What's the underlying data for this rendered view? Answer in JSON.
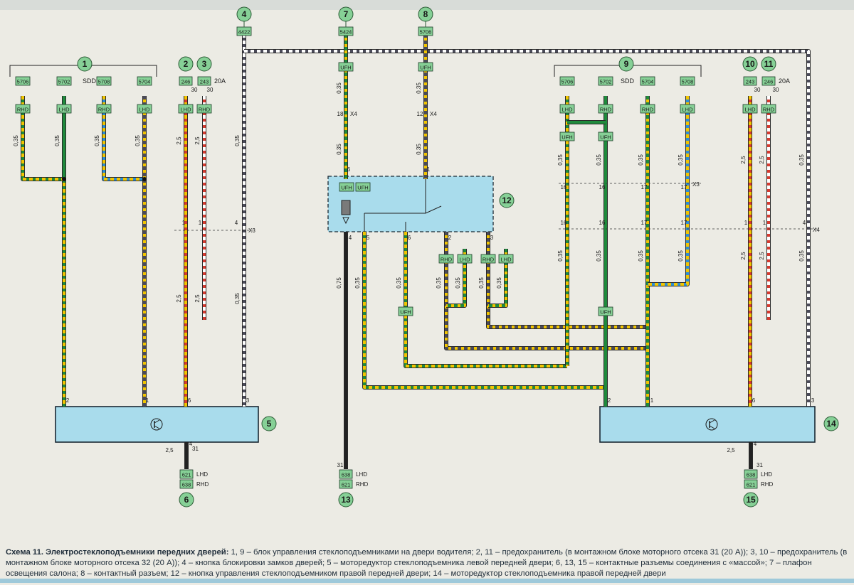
{
  "diagram": {
    "callouts": [
      {
        "id": "c1",
        "label": "1"
      },
      {
        "id": "c2",
        "label": "2"
      },
      {
        "id": "c3",
        "label": "3"
      },
      {
        "id": "c4",
        "label": "4"
      },
      {
        "id": "c5",
        "label": "5"
      },
      {
        "id": "c6",
        "label": "6"
      },
      {
        "id": "c7",
        "label": "7"
      },
      {
        "id": "c8",
        "label": "8"
      },
      {
        "id": "c9",
        "label": "9"
      },
      {
        "id": "c10",
        "label": "10"
      },
      {
        "id": "c11",
        "label": "11"
      },
      {
        "id": "c12",
        "label": "12"
      },
      {
        "id": "c13",
        "label": "13"
      },
      {
        "id": "c14",
        "label": "14"
      },
      {
        "id": "c15",
        "label": "15"
      }
    ],
    "codes": {
      "a1": "5706",
      "a2": "5702",
      "a3": "5708",
      "a4": "5704",
      "a5": "246",
      "a6": "243",
      "a7": "4422",
      "a8": "5424",
      "a9": "5706",
      "b1": "5706",
      "b2": "5702",
      "b3": "5704",
      "b4": "5708",
      "b5": "243",
      "b6": "246",
      "g1": "621",
      "g2": "638",
      "g3": "638",
      "g4": "621",
      "g5": "638",
      "g6": "621"
    },
    "tags": {
      "rhd": "RHD",
      "lhd": "LHD",
      "ufh": "UFH"
    },
    "texts": {
      "sdd": "SDD",
      "a20": "20A",
      "n30": "30",
      "n31": "31",
      "x3": "X3",
      "x4": "X4",
      "lhd": "LHD",
      "rhd": "RHD",
      "w035": "0,35",
      "w25": "2,5",
      "w075": "0,75",
      "p1": "1",
      "p2": "2",
      "p3": "3",
      "p4": "4",
      "p5": "5",
      "p6": "6",
      "p12": "12",
      "p16": "16",
      "p17": "17",
      "p18": "18"
    }
  },
  "caption": {
    "title": "Схема 11. Электростеклоподъемники передних дверей:",
    "body": " 1, 9 – блок управления стеклоподъемниками на двери водителя; 2, 11 – предохранитель (в монтажном блоке моторного отсека 31 (20 А)); 3, 10 – предохранитель (в монтажном блоке моторного отсека 32 (20 А)); 4 – кнопка блокировки замков дверей; 5 – моторедуктор стеклоподъемника левой передней двери; 6, 13, 15 – контактные разъемы соединения с «массой»; 7 – плафон освещения салона; 8 – контактный разъем; 12 – кнопка управления стеклоподъемником правой передней двери; 14 – моторедуктор стеклоподъемника правой передней двери"
  },
  "colors": {
    "background": "#ecebe4",
    "box": "#a9dcec",
    "box_stroke": "#1a2833",
    "tag": "#86d096",
    "callout": "#86d096",
    "green": "#1f8a3c",
    "yellow": "#f2c500",
    "red": "#d63b30",
    "blue": "#2d8fd6",
    "grey": "#4a4a58",
    "dark": "#222222"
  }
}
